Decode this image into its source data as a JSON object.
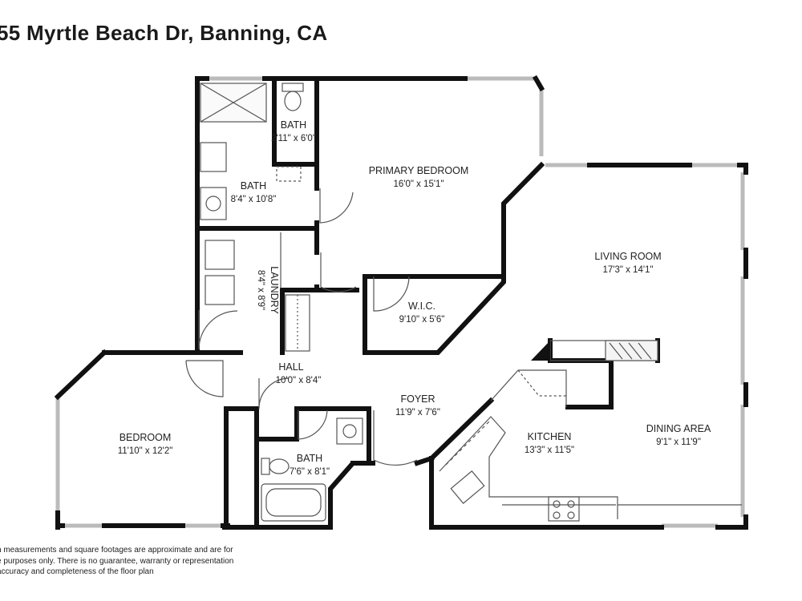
{
  "title": "55 Myrtle Beach Dr, Banning, CA",
  "rooms": {
    "bath_small": {
      "name": "BATH",
      "dims": "2'11\" x 6'0\""
    },
    "bath_primary": {
      "name": "BATH",
      "dims": "8'4\" x 10'8\""
    },
    "primary_bedroom": {
      "name": "PRIMARY BEDROOM",
      "dims": "16'0\" x 15'1\""
    },
    "laundry": {
      "name": "LAUNDRY",
      "dims": "8'4\" x 8'9\""
    },
    "wic": {
      "name": "W.I.C.",
      "dims": "9'10\" x 5'6\""
    },
    "living_room": {
      "name": "LIVING ROOM",
      "dims": "17'3\" x 14'1\""
    },
    "hall": {
      "name": "HALL",
      "dims": "10'0\" x 8'4\""
    },
    "foyer": {
      "name": "FOYER",
      "dims": "11'9\" x 7'6\""
    },
    "bedroom": {
      "name": "BEDROOM",
      "dims": "11'10\" x 12'2\""
    },
    "bath_hall": {
      "name": "BATH",
      "dims": "7'6\" x 8'1\""
    },
    "kitchen": {
      "name": "KITCHEN",
      "dims": "13'3\" x 11'5\""
    },
    "dining_area": {
      "name": "DINING AREA",
      "dims": "9'1\" x 11'9\""
    }
  },
  "disclaimer": [
    "n measurements and square footages are approximate and are for",
    "e purposes only. There is no guarantee, warranty or representation",
    " accuracy and completeness of the floor plan"
  ]
}
